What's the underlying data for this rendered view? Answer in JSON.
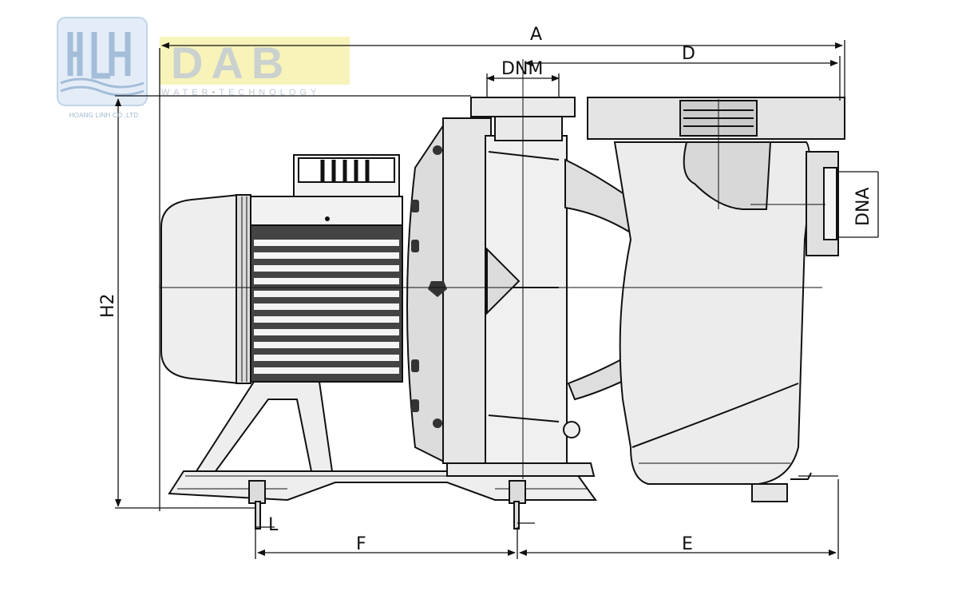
{
  "logos": {
    "hl_company": "HOANG LINH CO.,LTD",
    "dab_brand": "DAB",
    "dab_tagline": "WATER•TECHNOLOGY"
  },
  "dimensions": {
    "a": "A",
    "d": "D",
    "dnm": "DNM",
    "dna": "DNA",
    "h2": "H2",
    "l": "L",
    "f": "F",
    "e": "E"
  },
  "colors": {
    "line": "#111111",
    "fill_light": "#e9e9e9",
    "fill_mid": "#d9d9d9",
    "fill_dark": "#b5b5b5",
    "hl_logo": "#6e9ac8",
    "dab_logo_bg": "#f3ee9a",
    "dab_logo_text": "#b9c5cc"
  }
}
